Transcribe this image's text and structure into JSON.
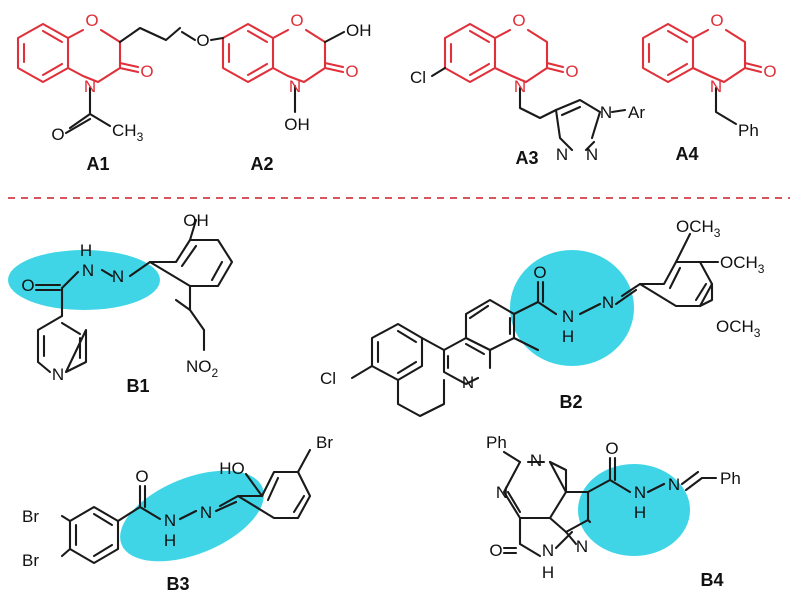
{
  "colors": {
    "scaffold": "#e0303a",
    "highlight": "#35d3e6",
    "ink": "#1a1a1a",
    "divider": "#d9545c"
  },
  "compounds": {
    "A1": {
      "name": "A1",
      "atoms": {
        "O": "O",
        "N": "N",
        "O2": "O",
        "O3": "O",
        "CH3": "CH",
        "CH3sub": "3"
      }
    },
    "A2": {
      "name": "A2",
      "atoms": {
        "OMe": "O",
        "O": "O",
        "OH": "OH",
        "N": "N",
        "O2": "O",
        "NOH": "OH"
      }
    },
    "A3": {
      "name": "A3",
      "atoms": {
        "Cl": "Cl",
        "O": "O",
        "N": "N",
        "O2": "O",
        "N1": "N",
        "Ar": "Ar",
        "N2": "N",
        "N3": "N"
      }
    },
    "A4": {
      "name": "A4",
      "atoms": {
        "O": "O",
        "N": "N",
        "O2": "O",
        "Ph": "Ph"
      }
    },
    "B1": {
      "name": "B1",
      "atoms": {
        "O": "O",
        "H": "H",
        "N1": "N",
        "N2": "N",
        "OH": "OH",
        "NPy": "N",
        "NO": "NO",
        "NOsub": "2"
      }
    },
    "B2": {
      "name": "B2",
      "atoms": {
        "Cl": "Cl",
        "NPy": "N",
        "O": "O",
        "N1": "N",
        "H": "H",
        "N2": "N",
        "OCH3a": "OCH",
        "OCH3b": "OCH",
        "OCH3c": "OCH",
        "sub3": "3"
      }
    },
    "B3": {
      "name": "B3",
      "atoms": {
        "Br1": "Br",
        "Br2": "Br",
        "O": "O",
        "H": "H",
        "N1": "N",
        "N2": "N",
        "HO": "HO",
        "Br3": "Br"
      }
    },
    "B4": {
      "name": "B4",
      "atoms": {
        "Ph1": "Ph",
        "N1": "N",
        "N2": "N",
        "O": "O",
        "NH": "N",
        "H": "H",
        "N3": "N",
        "O2": "O",
        "N4": "N",
        "H2": "H",
        "N5": "N",
        "Ph2": "Ph"
      }
    }
  }
}
